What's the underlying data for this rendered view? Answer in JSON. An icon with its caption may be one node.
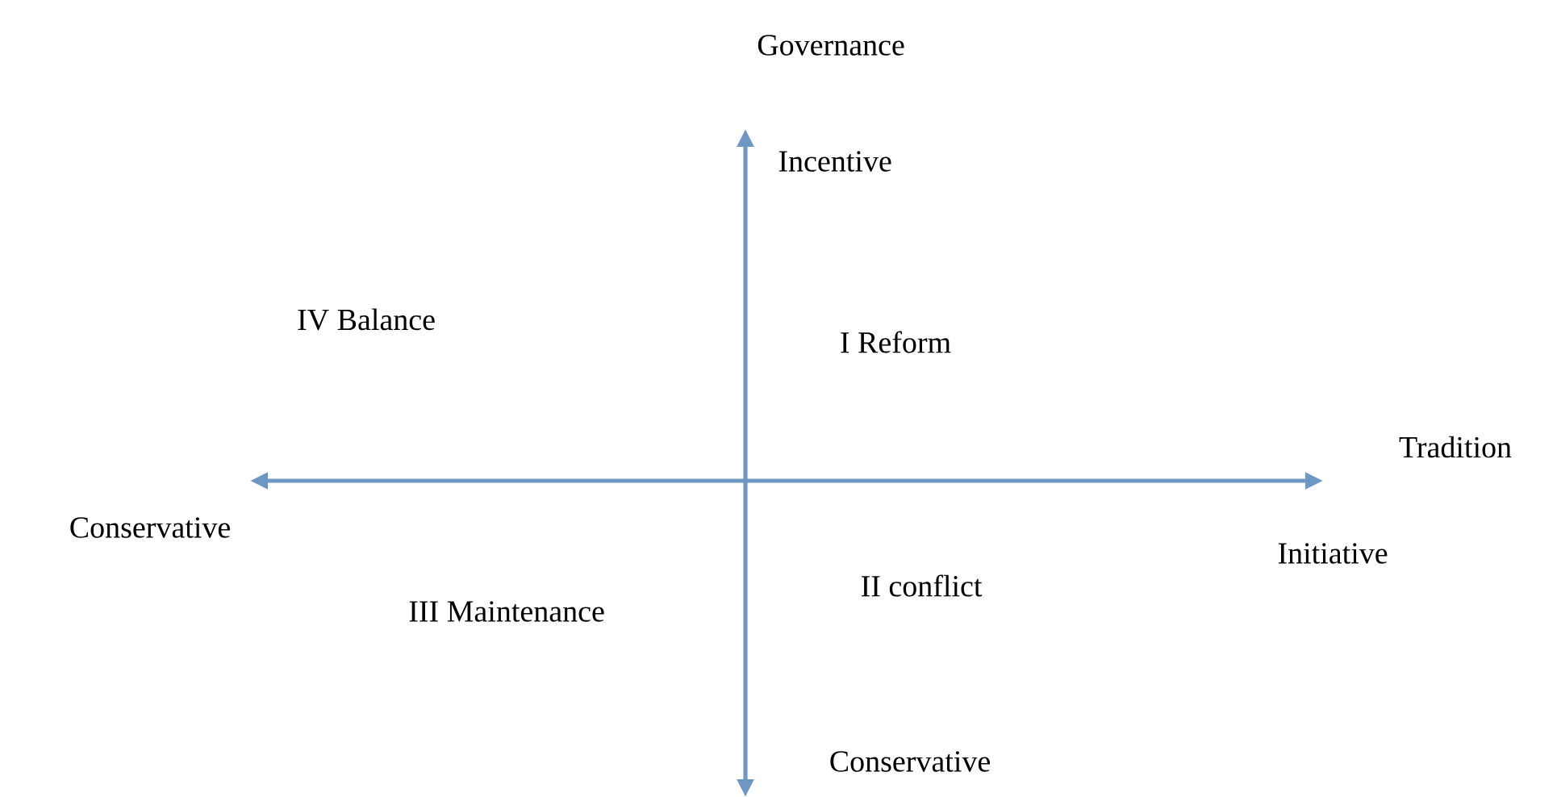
{
  "diagram": {
    "labels": [
      "Governance",
      "Incentive",
      "IV Balance",
      "I Reform",
      "Tradition",
      "Conservative",
      "Initiative",
      "II conflict",
      "III Maintenance",
      "Conservative"
    ]
  }
}
